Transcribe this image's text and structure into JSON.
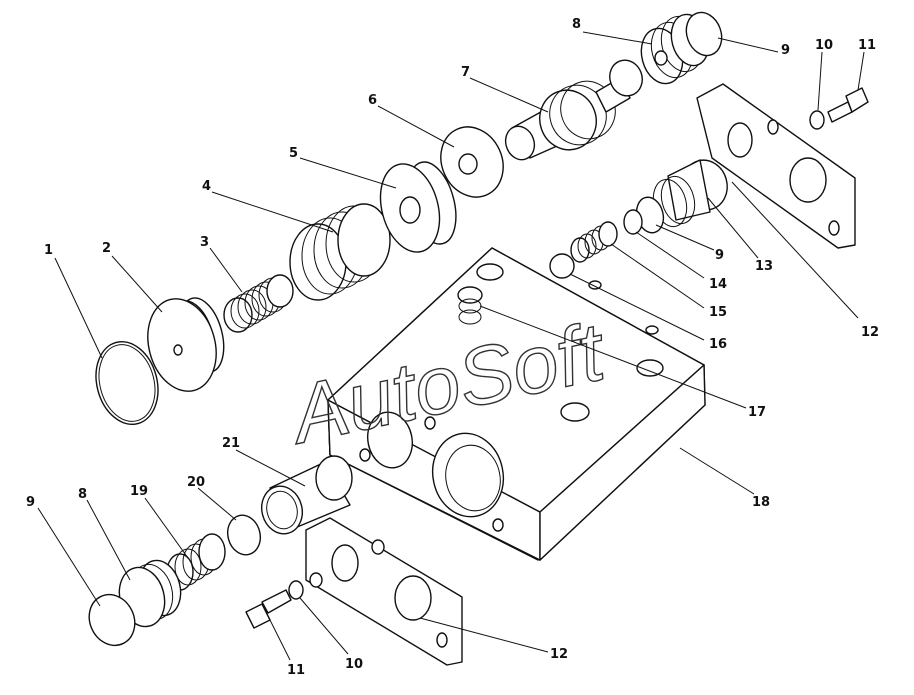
{
  "diagram": {
    "watermark_text": "AutoSoft",
    "callouts": [
      {
        "key": "c1",
        "label": "1"
      },
      {
        "key": "c2",
        "label": "2"
      },
      {
        "key": "c3",
        "label": "3"
      },
      {
        "key": "c4",
        "label": "4"
      },
      {
        "key": "c5",
        "label": "5"
      },
      {
        "key": "c6",
        "label": "6"
      },
      {
        "key": "c7",
        "label": "7"
      },
      {
        "key": "c8a",
        "label": "8"
      },
      {
        "key": "c9a",
        "label": "9"
      },
      {
        "key": "c10a",
        "label": "10"
      },
      {
        "key": "c11a",
        "label": "11"
      },
      {
        "key": "c12a",
        "label": "12"
      },
      {
        "key": "c13",
        "label": "13"
      },
      {
        "key": "c9b",
        "label": "9"
      },
      {
        "key": "c14",
        "label": "14"
      },
      {
        "key": "c15",
        "label": "15"
      },
      {
        "key": "c16",
        "label": "16"
      },
      {
        "key": "c17",
        "label": "17"
      },
      {
        "key": "c18",
        "label": "18"
      },
      {
        "key": "c21",
        "label": "21"
      },
      {
        "key": "c9c",
        "label": "9"
      },
      {
        "key": "c8b",
        "label": "8"
      },
      {
        "key": "c19",
        "label": "19"
      },
      {
        "key": "c20",
        "label": "20"
      },
      {
        "key": "c12b",
        "label": "12"
      },
      {
        "key": "c11b",
        "label": "11"
      },
      {
        "key": "c10b",
        "label": "10"
      }
    ]
  }
}
